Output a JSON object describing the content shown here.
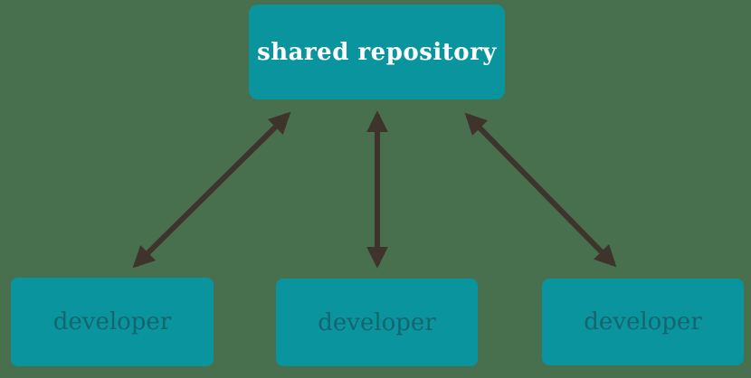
{
  "diagram": {
    "title_node": {
      "label": "shared repository"
    },
    "developer_nodes": [
      {
        "label": "developer"
      },
      {
        "label": "developer"
      },
      {
        "label": "developer"
      }
    ],
    "arrows": [
      {
        "name": "arrow-left",
        "from": "shared repository",
        "to": "developer-1",
        "direction": "bidirectional"
      },
      {
        "name": "arrow-middle",
        "from": "shared repository",
        "to": "developer-2",
        "direction": "bidirectional"
      },
      {
        "name": "arrow-right",
        "from": "shared repository",
        "to": "developer-3",
        "direction": "bidirectional"
      }
    ],
    "colors": {
      "background": "#48704f",
      "node_fill": "#0a949e",
      "title_text": "#ffffff",
      "body_text": "#156570",
      "arrow": "#3e342c"
    }
  }
}
